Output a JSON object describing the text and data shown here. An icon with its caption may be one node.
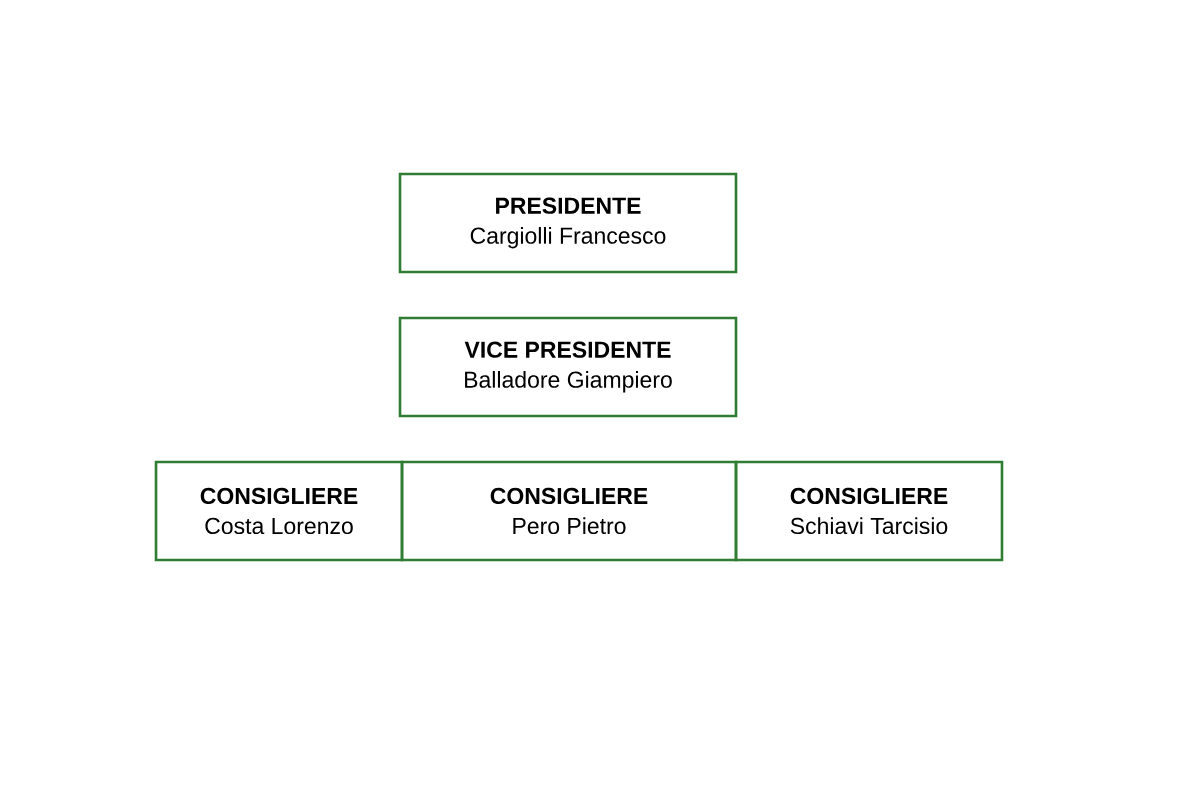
{
  "diagram": {
    "nodes": [
      {
        "text": [
          "PRESIDENTE",
          "Cargiolli Francesco"
        ]
      },
      {
        "text": [
          "VICE PRESIDENTE",
          "Balladore Giampiero"
        ]
      },
      {
        "text": [
          "CONSIGLIERE",
          "Costa Lorenzo"
        ]
      },
      {
        "text": [
          "CONSIGLIERE",
          "Pero Pietro"
        ]
      },
      {
        "text": [
          "CONSIGLIERE",
          "Schiavi Tarcisio"
        ]
      }
    ]
  }
}
